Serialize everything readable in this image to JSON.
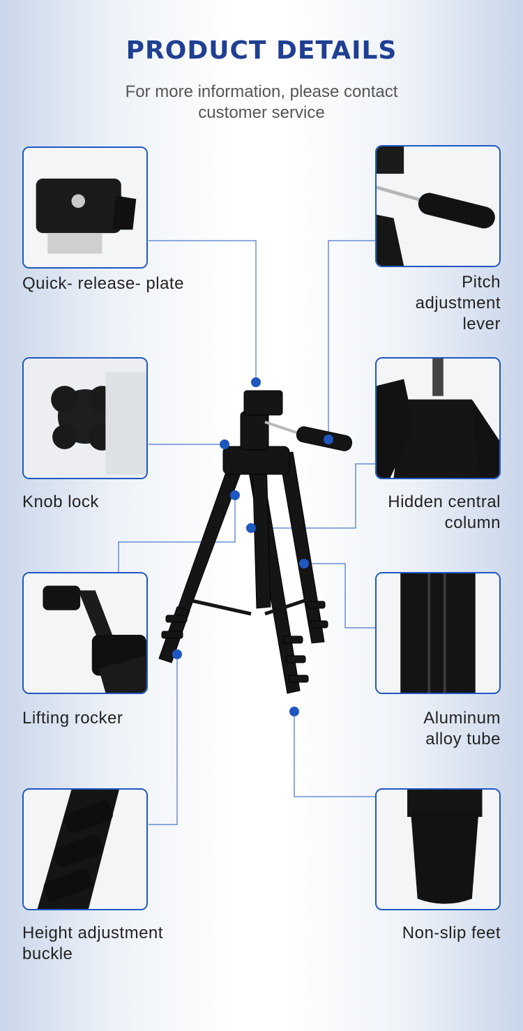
{
  "header": {
    "title": "PRODUCT DETAILS",
    "subtitle": "For more information, please contact customer service"
  },
  "features": [
    {
      "label": "Quick- release- plate",
      "icon": "quick-release-plate-photo"
    },
    {
      "label": "Pitch adjustment lever",
      "icon": "pitch-lever-photo"
    },
    {
      "label": "Knob lock",
      "icon": "knob-lock-photo"
    },
    {
      "label": "Hidden central column",
      "icon": "central-column-photo"
    },
    {
      "label": "Lifting rocker",
      "icon": "lifting-rocker-photo"
    },
    {
      "label": "Aluminum alloy tube",
      "icon": "aluminum-tube-photo"
    },
    {
      "label": "Height adjustment buckle",
      "icon": "height-buckle-photo"
    },
    {
      "label": "Non-slip feet",
      "icon": "non-slip-feet-photo"
    }
  ],
  "colors": {
    "accent": "#1f57c0",
    "title": "#1f3f93",
    "tripod": "#1a1a1a"
  }
}
